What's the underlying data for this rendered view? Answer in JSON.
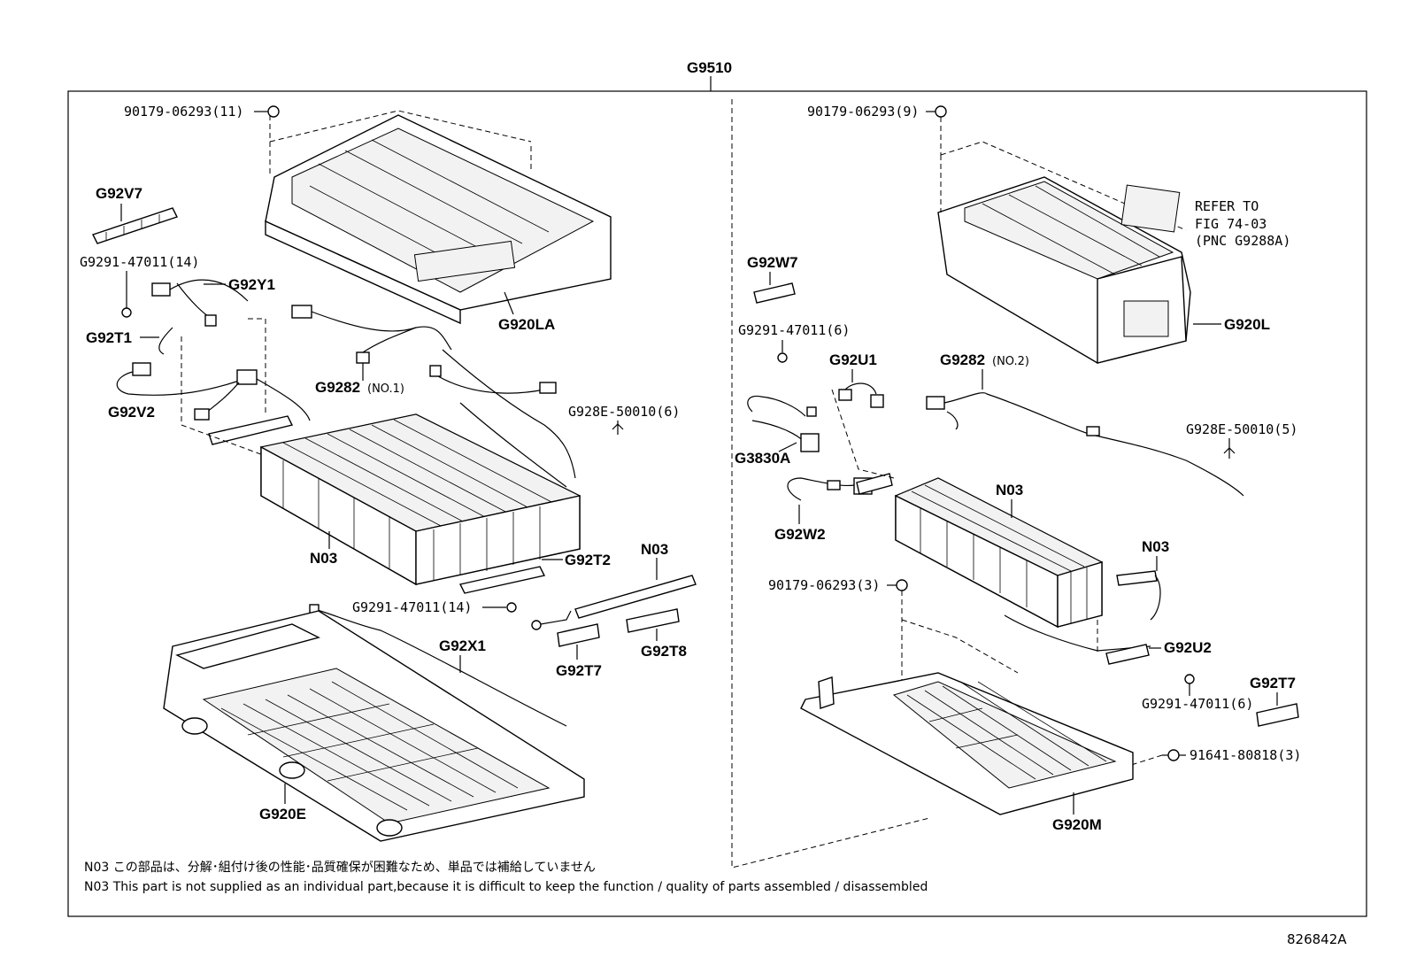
{
  "assembly_label": "G9510",
  "diagram_id": "826842A",
  "labels": {
    "bolt_left_top": "90179-06293(11)",
    "g92v7": "G92V7",
    "clip_left_14": "G9291-47011(14)",
    "g92y1": "G92Y1",
    "g92t1": "G92T1",
    "g92v2": "G92V2",
    "g9282_1": "G9282",
    "g9282_1_suffix": "(NO.1)",
    "g928e_left": "G928E-50010(6)",
    "g920la": "G920LA",
    "n03_left": "N03",
    "g92t2": "G92T2",
    "n03_left_rod": "N03",
    "clip_left_bottom": "G9291-47011(14)",
    "g92x1": "G92X1",
    "g92t7_left": "G92T7",
    "g92t8": "G92T8",
    "g920e": "G920E",
    "bolt_right_top": "90179-06293(9)",
    "refer_line1": "REFER TO",
    "refer_line2": "FIG 74-03",
    "refer_line3": "(PNC G9288A)",
    "g920l": "G920L",
    "g92w7": "G92W7",
    "clip_right_6": "G9291-47011(6)",
    "g92u1": "G92U1",
    "g9282_2": "G9282",
    "g9282_2_suffix": "(NO.2)",
    "g928e_right": "G928E-50010(5)",
    "g3830a": "G3830A",
    "n03_right": "N03",
    "g92w2": "G92W2",
    "n03_right_rod": "N03",
    "bolt_right_mid": "90179-06293(3)",
    "g92u2": "G92U2",
    "g92t7_right": "G92T7",
    "clip_right_bottom": "G9291-47011(6)",
    "bolt_916": "91641-80818(3)",
    "g920m": "G920M"
  },
  "notes": {
    "jp": "N03 この部品は、分解･組付け後の性能･品質確保が困難なため、単品では補給していません",
    "en": "N03 This part is not supplied as an individual part,because it is difficult to keep the function / quality of parts assembled / disassembled"
  }
}
